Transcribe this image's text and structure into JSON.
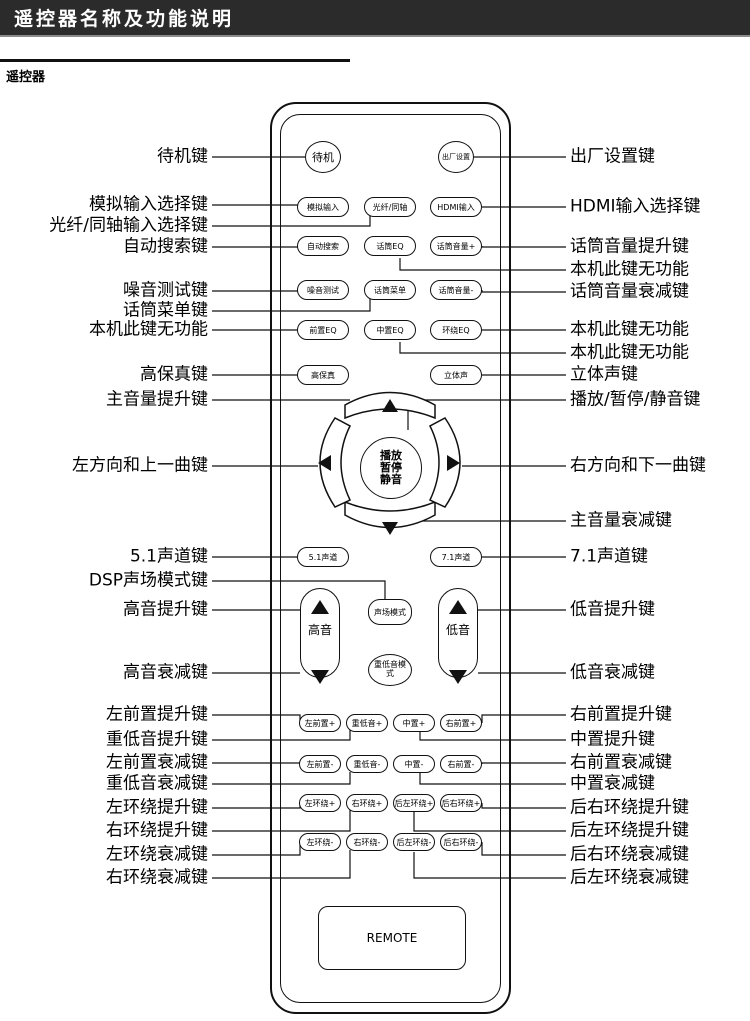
{
  "header": {
    "title": "遥控器名称及功能说明"
  },
  "section": {
    "title": "遥控器"
  },
  "remote": {
    "display_text": "REMOTE",
    "center": [
      "播放",
      "暂停",
      "静音"
    ],
    "treble_label": "高音",
    "bass_label": "低音",
    "buttons": {
      "standby": "待机",
      "factory": "出厂设置",
      "analog": "模拟输入",
      "optical": "光纤/同轴",
      "hdmi": "HDMI输入",
      "autosearch": "自动搜索",
      "mic_eq": "话筒EQ",
      "mic_up": "话筒音量+",
      "noise": "噪音测试",
      "mic_menu": "话筒菜单",
      "mic_down": "话筒音量-",
      "front_eq": "前置EQ",
      "center_eq": "中置EQ",
      "surround_eq": "环绕EQ",
      "hifi": "高保真",
      "stereo": "立体声",
      "ch51": "5.1声道",
      "ch71": "7.1声道",
      "dsp": "声场模式",
      "sub_mode": "重低音模式",
      "lf_up": "左前置+",
      "sub_up": "重低音+",
      "c_up": "中置+",
      "rf_up": "右前置+",
      "lf_dn": "左前置-",
      "sub_dn": "重低音-",
      "c_dn": "中置-",
      "rf_dn": "右前置-",
      "ls_up": "左环绕+",
      "rs_up": "右环绕+",
      "rls_up": "后左环绕+",
      "rrs_up": "后右环绕+",
      "ls_dn": "左环绕-",
      "rs_dn": "右环绕-",
      "rls_dn": "后左环绕-",
      "rrs_dn": "后右环绕-"
    }
  },
  "labels_left": [
    "待机键",
    "模拟输入选择键",
    "光纤/同轴输入选择键",
    "自动搜索键",
    "噪音测试键",
    "话筒菜单键",
    "本机此键无功能",
    "高保真键",
    "主音量提升键",
    "左方向和上一曲键",
    "5.1声道键",
    "DSP声场模式键",
    "高音提升键",
    "高音衰减键",
    "左前置提升键",
    "重低音提升键",
    "左前置衰减键",
    "重低音衰减键",
    "左环绕提升键",
    "右环绕提升键",
    "左环绕衰减键",
    "右环绕衰减键"
  ],
  "labels_right": [
    "出厂设置键",
    "HDMI输入选择键",
    "话筒音量提升键",
    "本机此键无功能",
    "话筒音量衰减键",
    "本机此键无功能",
    "本机此键无功能",
    "立体声键",
    "播放/暂停/静音键",
    "右方向和下一曲键",
    "主音量衰减键",
    "7.1声道键",
    "低音提升键",
    "低音衰减键",
    "右前置提升键",
    "中置提升键",
    "右前置衰减键",
    "中置衰减键",
    "后右环绕提升键",
    "后左环绕提升键",
    "后右环绕衰减键",
    "后左环绕衰减键"
  ]
}
